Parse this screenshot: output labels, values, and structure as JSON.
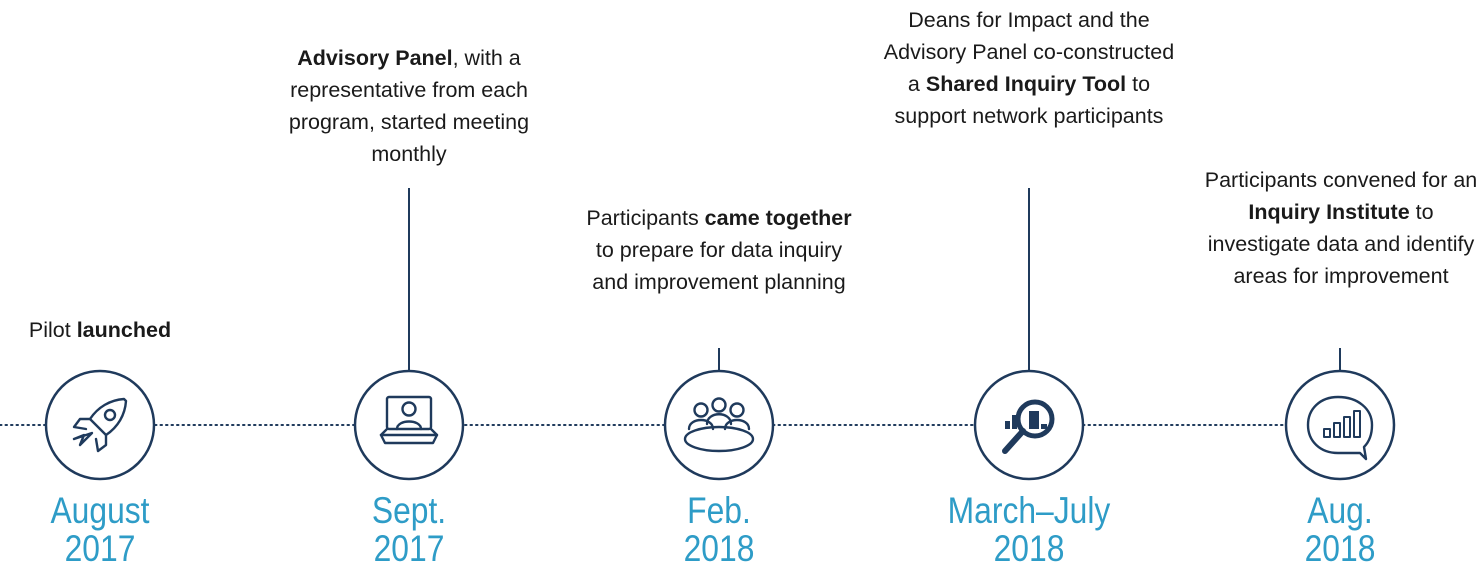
{
  "colors": {
    "line": "#1f3a5c",
    "date": "#2e9cc7",
    "text": "#1a1a1a"
  },
  "events": [
    {
      "icon": "rocket-icon",
      "caption": [
        {
          "t": "Pilot "
        },
        {
          "t": "launched",
          "b": true
        }
      ],
      "date_line1": "August",
      "date_line2": "2017"
    },
    {
      "icon": "laptop-video-call-icon",
      "caption": [
        {
          "t": "Advisory Panel",
          "b": true
        },
        {
          "t": ", with a representative from each program, started meeting monthly"
        }
      ],
      "date_line1": "Sept.",
      "date_line2": "2017"
    },
    {
      "icon": "group-meeting-icon",
      "caption": [
        {
          "t": "Participants "
        },
        {
          "t": "came together",
          "b": true
        },
        {
          "t": " to prepare for data inquiry and improvement planning"
        }
      ],
      "date_line1": "Feb.",
      "date_line2": "2018"
    },
    {
      "icon": "magnifier-chart-icon",
      "caption": [
        {
          "t": "Deans for Impact and the Advisory Panel co-constructed a "
        },
        {
          "t": "Shared Inquiry Tool",
          "b": true
        },
        {
          "t": " to support network participants"
        }
      ],
      "date_line1": "March–July",
      "date_line2": "2018"
    },
    {
      "icon": "chart-speech-bubble-icon",
      "caption": [
        {
          "t": "Participants convened for an "
        },
        {
          "t": "Inquiry Institute",
          "b": true
        },
        {
          "t": " to investigate data and identify areas for improvement"
        }
      ],
      "date_line1": "Aug.",
      "date_line2": "2018"
    }
  ]
}
